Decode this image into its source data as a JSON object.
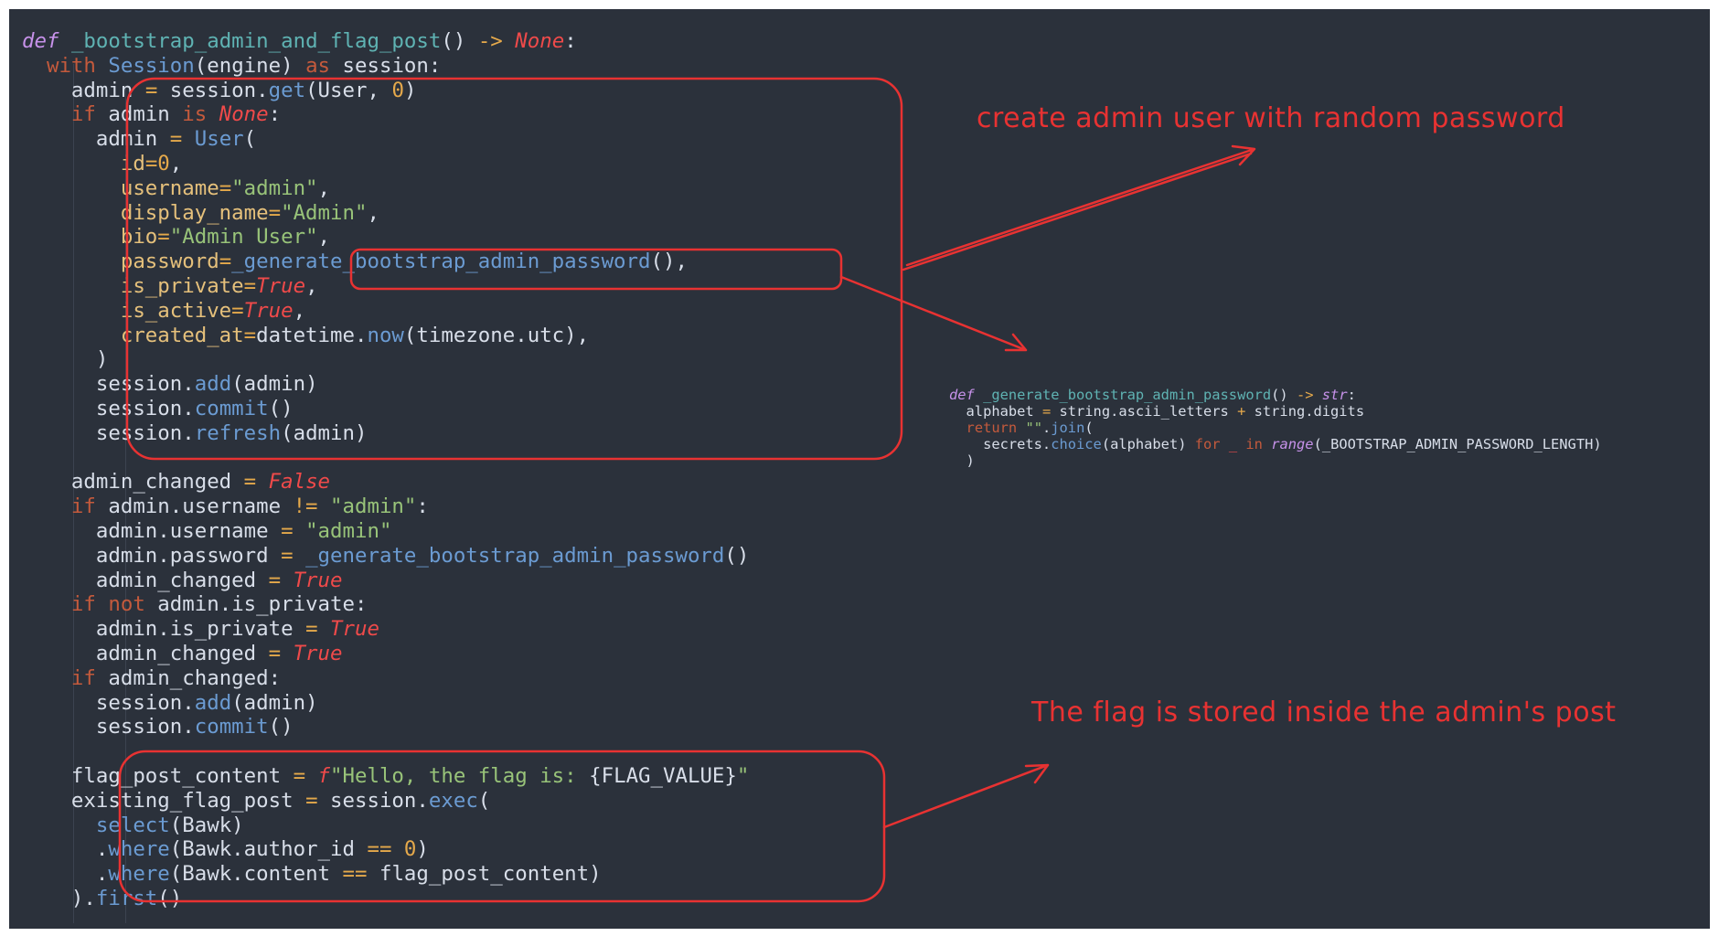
{
  "code_lines": [
    [
      [
        "kwi",
        "def"
      ],
      [
        "",
        "  "
      ],
      [
        "fn",
        "_bootstrap_admin_and_flag_post"
      ],
      [
        "",
        "() "
      ],
      [
        "op",
        "->"
      ],
      [
        "",
        "  "
      ],
      [
        "const",
        "None"
      ],
      [
        "",
        ":"
      ]
    ],
    [
      [
        "",
        "    "
      ],
      [
        "kw",
        "with"
      ],
      [
        "",
        ""
      ],
      [
        "",
        "  "
      ],
      [
        "mth",
        "Session"
      ],
      [
        "",
        "(engine) "
      ],
      [
        "kw",
        "as"
      ],
      [
        "",
        "  session:"
      ]
    ],
    [
      [
        "",
        "        admin "
      ],
      [
        "op",
        "="
      ],
      [
        "",
        "  session."
      ],
      [
        "mth",
        "get"
      ],
      [
        "",
        "(User, "
      ],
      [
        "num",
        "0"
      ],
      [
        "",
        ")"
      ]
    ],
    [
      [
        "",
        "        "
      ],
      [
        "kw",
        "if"
      ],
      [
        "",
        "  admin "
      ],
      [
        "kw",
        "is"
      ],
      [
        "",
        "  "
      ],
      [
        "const",
        "None"
      ],
      [
        "",
        ":"
      ]
    ],
    [
      [
        "",
        "            admin "
      ],
      [
        "op",
        "="
      ],
      [
        "",
        "  "
      ],
      [
        "mth",
        "User"
      ],
      [
        "",
        "("
      ]
    ],
    [
      [
        "",
        "                "
      ],
      [
        "par",
        "id"
      ],
      [
        "op",
        "="
      ],
      [
        "num",
        "0"
      ],
      [
        "",
        ","
      ]
    ],
    [
      [
        "",
        "                "
      ],
      [
        "par",
        "username"
      ],
      [
        "op",
        "="
      ],
      [
        "str",
        "\"admin\""
      ],
      [
        "",
        ","
      ]
    ],
    [
      [
        "",
        "                "
      ],
      [
        "par",
        "display_name"
      ],
      [
        "op",
        "="
      ],
      [
        "str",
        "\"Admin\""
      ],
      [
        "",
        ","
      ]
    ],
    [
      [
        "",
        "                "
      ],
      [
        "par",
        "bio"
      ],
      [
        "op",
        "="
      ],
      [
        "str",
        "\"Admin User\""
      ],
      [
        "",
        ","
      ]
    ],
    [
      [
        "",
        "                "
      ],
      [
        "par",
        "password"
      ],
      [
        "op",
        "="
      ],
      [
        "mth",
        "_generate_bootstrap_admin_password"
      ],
      [
        "",
        "(),"
      ]
    ],
    [
      [
        "",
        "                "
      ],
      [
        "par",
        "is_private"
      ],
      [
        "op",
        "="
      ],
      [
        "const",
        "True"
      ],
      [
        "",
        ","
      ]
    ],
    [
      [
        "",
        "                "
      ],
      [
        "par",
        "is_active"
      ],
      [
        "op",
        "="
      ],
      [
        "const",
        "True"
      ],
      [
        "",
        ","
      ]
    ],
    [
      [
        "",
        "                "
      ],
      [
        "par",
        "created_at"
      ],
      [
        "op",
        "="
      ],
      [
        "",
        "datetime."
      ],
      [
        "mth",
        "now"
      ],
      [
        "",
        "(timezone.utc),"
      ]
    ],
    [
      [
        "",
        "            )"
      ]
    ],
    [
      [
        "",
        "            session."
      ],
      [
        "mth",
        "add"
      ],
      [
        "",
        "(admin)"
      ]
    ],
    [
      [
        "",
        "            session."
      ],
      [
        "mth",
        "commit"
      ],
      [
        "",
        "()"
      ]
    ],
    [
      [
        "",
        "            session."
      ],
      [
        "mth",
        "refresh"
      ],
      [
        "",
        "(admin)"
      ]
    ],
    [
      [
        "",
        ""
      ]
    ],
    [
      [
        "",
        "        admin_changed "
      ],
      [
        "op",
        "="
      ],
      [
        "",
        "  "
      ],
      [
        "const",
        "False"
      ]
    ],
    [
      [
        "",
        "        "
      ],
      [
        "kw",
        "if"
      ],
      [
        "",
        "  admin.username "
      ],
      [
        "op",
        "!="
      ],
      [
        "",
        "  "
      ],
      [
        "str",
        "\"admin\""
      ],
      [
        "",
        ":"
      ]
    ],
    [
      [
        "",
        "            admin."
      ],
      [
        "",
        "username "
      ],
      [
        "op",
        "="
      ],
      [
        "",
        "  "
      ],
      [
        "str",
        "\"admin\""
      ]
    ],
    [
      [
        "",
        "            admin.password "
      ],
      [
        "op",
        "="
      ],
      [
        "",
        "  "
      ],
      [
        "mth",
        "_generate_bootstrap_admin_password"
      ],
      [
        "",
        "()"
      ]
    ],
    [
      [
        "",
        "            admin_changed "
      ],
      [
        "op",
        "="
      ],
      [
        "",
        "  "
      ],
      [
        "const",
        "True"
      ]
    ],
    [
      [
        "",
        "        "
      ],
      [
        "kw",
        "if"
      ],
      [
        "",
        "  "
      ],
      [
        "kw",
        "not"
      ],
      [
        "",
        "  admin.is_private:"
      ]
    ],
    [
      [
        "",
        "            admin.is_private "
      ],
      [
        "op",
        "="
      ],
      [
        "",
        "  "
      ],
      [
        "const",
        "True"
      ]
    ],
    [
      [
        "",
        "            admin_changed "
      ],
      [
        "op",
        "="
      ],
      [
        "",
        "  "
      ],
      [
        "const",
        "True"
      ]
    ],
    [
      [
        "",
        "        "
      ],
      [
        "kw",
        "if"
      ],
      [
        "",
        "  admin_changed:"
      ]
    ],
    [
      [
        "",
        "            session."
      ],
      [
        "mth",
        "add"
      ],
      [
        "",
        "(admin)"
      ]
    ],
    [
      [
        "",
        "            session."
      ],
      [
        "mth",
        "commit"
      ],
      [
        "",
        "()"
      ]
    ],
    [
      [
        "",
        ""
      ]
    ],
    [
      [
        "",
        "        flag_post_content "
      ],
      [
        "op",
        "="
      ],
      [
        "",
        "  "
      ],
      [
        "fpre",
        "f"
      ],
      [
        "str",
        "\"Hello, the flag is: "
      ],
      [
        "",
        "{FLAG_VALUE}"
      ],
      [
        "str",
        "\""
      ]
    ],
    [
      [
        "",
        "        existing_flag_post "
      ],
      [
        "op",
        "="
      ],
      [
        "",
        "  session."
      ],
      [
        "mth",
        "exec"
      ],
      [
        "",
        "("
      ]
    ],
    [
      [
        "",
        "            "
      ],
      [
        "mth",
        "select"
      ],
      [
        "",
        "(Bawk)"
      ]
    ],
    [
      [
        "",
        "            ."
      ],
      [
        "mth",
        "where"
      ],
      [
        "",
        "(Bawk.author_id "
      ],
      [
        "op",
        "=="
      ],
      [
        "",
        "  "
      ],
      [
        "num",
        "0"
      ],
      [
        "",
        ")"
      ]
    ],
    [
      [
        "",
        "            ."
      ],
      [
        "mth",
        "where"
      ],
      [
        "",
        "(Bawk.content "
      ],
      [
        "op",
        "=="
      ],
      [
        "",
        "  flag_post_content)"
      ]
    ],
    [
      [
        "",
        "        )."
      ],
      [
        "mth",
        "first"
      ],
      [
        "",
        "()"
      ]
    ]
  ],
  "small_code_lines": [
    [
      [
        "kwi",
        "def"
      ],
      [
        "",
        "  "
      ],
      [
        "fn",
        "_generate_bootstrap_admin_password"
      ],
      [
        "",
        "() "
      ],
      [
        "op",
        "->"
      ],
      [
        "",
        "  "
      ],
      [
        "kwi",
        "str"
      ],
      [
        "",
        ":"
      ]
    ],
    [
      [
        "",
        "    alphabet "
      ],
      [
        "op",
        "="
      ],
      [
        "",
        "  string.ascii_letters "
      ],
      [
        "op",
        "+"
      ],
      [
        "",
        "  string.digits"
      ]
    ],
    [
      [
        "",
        "    "
      ],
      [
        "kw",
        "return"
      ],
      [
        "",
        "  "
      ],
      [
        "str",
        "\"\""
      ],
      [
        "",
        "."
      ],
      [
        "mth",
        "join"
      ],
      [
        "",
        "("
      ]
    ],
    [
      [
        "",
        "        secrets."
      ],
      [
        "mth",
        "choice"
      ],
      [
        "",
        "(alphabet) "
      ],
      [
        "kw",
        "for"
      ],
      [
        "",
        "  "
      ],
      [
        "const",
        "_"
      ],
      [
        "",
        "  "
      ],
      [
        "kw",
        "in"
      ],
      [
        "",
        "  "
      ],
      [
        "kwi",
        "range"
      ],
      [
        "",
        "(_BOOTSTRAP_ADMIN_PASSWORD_LENGTH)"
      ]
    ],
    [
      [
        "",
        "    )"
      ]
    ]
  ],
  "annotations": {
    "admin_note": "create admin user with random password",
    "flag_note": "The flag is stored inside the admin's post"
  },
  "colors": {
    "background": "#2b313b",
    "annotation": "#e83232"
  }
}
